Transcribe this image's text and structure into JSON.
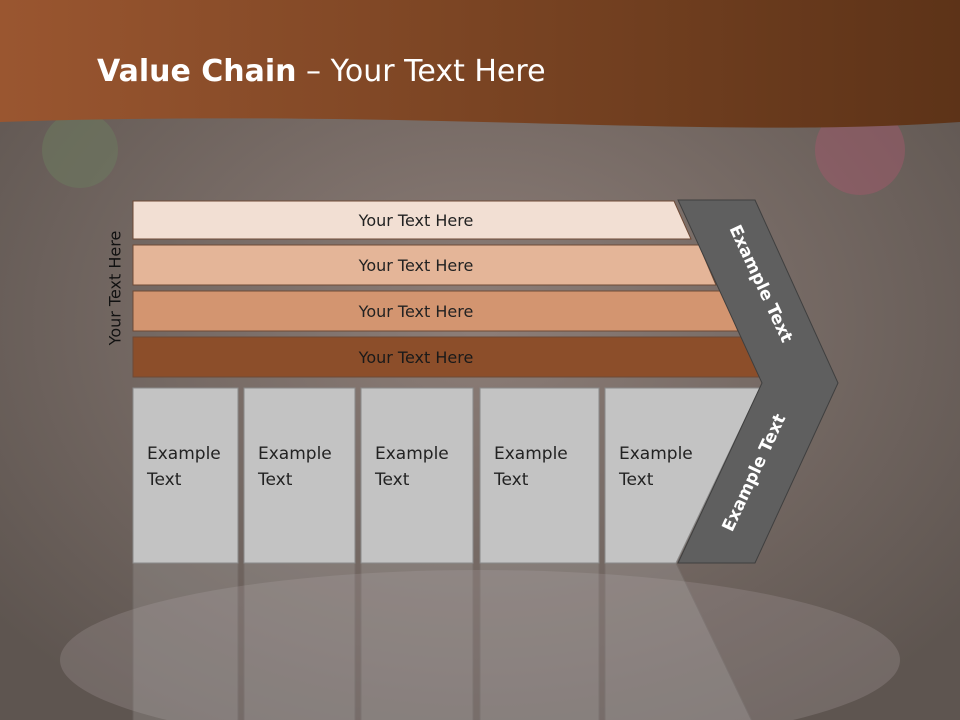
{
  "slide": {
    "title_bold": "Value Chain",
    "title_rest": " – Your Text Here",
    "side_label": "Your Text Here"
  },
  "rows": [
    {
      "label": "Your Text Here",
      "color": "#f2dfd3"
    },
    {
      "label": "Your Text Here",
      "color": "#e4b598"
    },
    {
      "label": "Your Text Here",
      "color": "#d39570"
    },
    {
      "label": "Your Text Here",
      "color": "#8c4e2a"
    }
  ],
  "columns": [
    {
      "line1": "Example",
      "line2": "Text"
    },
    {
      "line1": "Example",
      "line2": "Text"
    },
    {
      "line1": "Example",
      "line2": "Text"
    },
    {
      "line1": "Example",
      "line2": "Text"
    },
    {
      "line1": "Example",
      "line2": "Text"
    }
  ],
  "chevron": {
    "upper_text": "Example Text",
    "lower_text": "Example Text",
    "color": "#5f5f5f"
  },
  "colors": {
    "header_brown": "#7a4423",
    "box_gray": "#c3c3c3"
  }
}
